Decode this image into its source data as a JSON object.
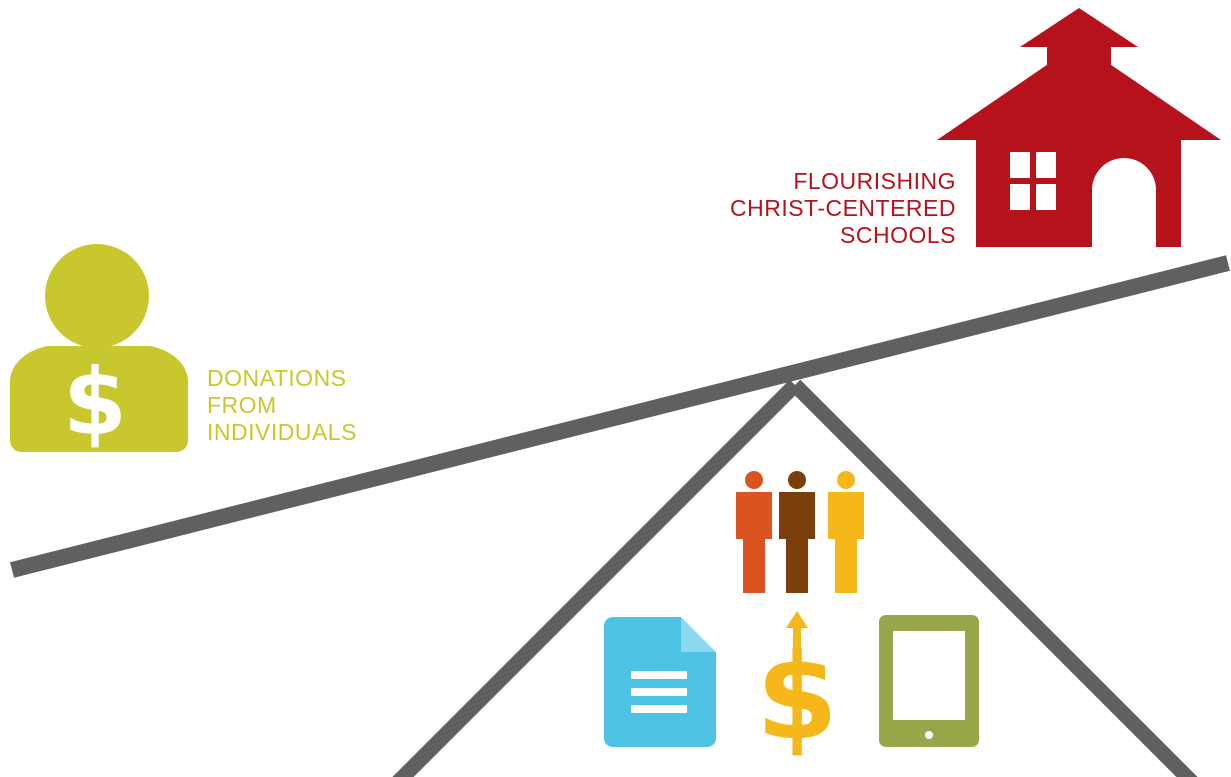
{
  "labels": {
    "schools": {
      "lines": [
        "FLOURISHING",
        "CHRIST-CENTERED",
        "SCHOOLS"
      ]
    },
    "donations": {
      "lines": [
        "DONATIONS",
        "FROM",
        "INDIVIDUALS"
      ]
    }
  },
  "icons": {
    "school": "schoolhouse-icon",
    "donor": "donor-person-dollar-icon",
    "people": "three-people-icon",
    "document": "document-icon",
    "dollar": "dollar-arrow-up-icon",
    "tablet": "tablet-icon"
  },
  "colors": {
    "beam": "#5f6062",
    "school": "#b5121b",
    "donor": "#c8c82e",
    "person_left": "#d9541e",
    "person_middle": "#7a3f0c",
    "person_right": "#f6b71b",
    "document": "#4fc3e5",
    "dollar": "#f6b71b",
    "tablet": "#96a84a"
  }
}
